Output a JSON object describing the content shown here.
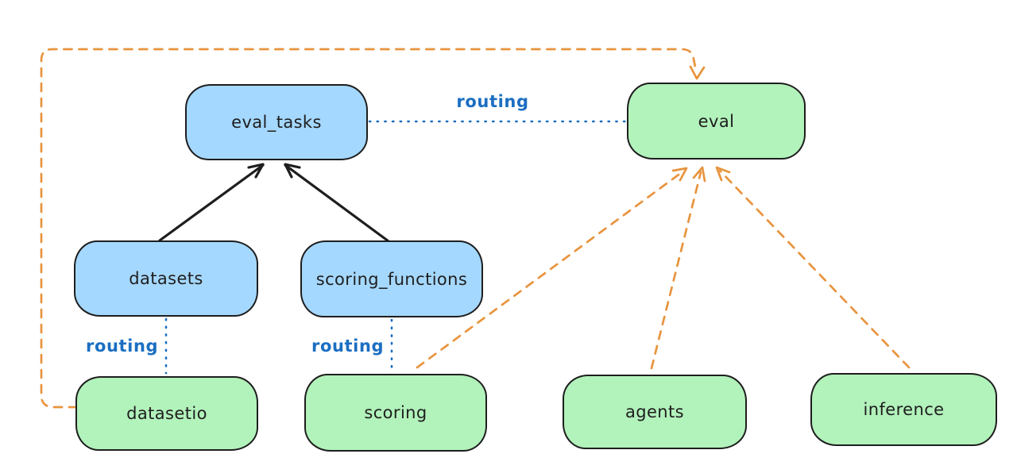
{
  "diagram": {
    "type": "flow-diagram",
    "background": "#ffffff",
    "nodes": {
      "eval_tasks": {
        "label": "eval_tasks",
        "fill": "#a5d8ff"
      },
      "eval": {
        "label": "eval",
        "fill": "#b2f2bb"
      },
      "datasets": {
        "label": "datasets",
        "fill": "#a5d8ff"
      },
      "scoring_functions": {
        "label": "scoring_functions",
        "fill": "#a5d8ff"
      },
      "datasetio": {
        "label": "datasetio",
        "fill": "#b2f2bb"
      },
      "scoring": {
        "label": "scoring",
        "fill": "#b2f2bb"
      },
      "agents": {
        "label": "agents",
        "fill": "#b2f2bb"
      },
      "inference": {
        "label": "inference",
        "fill": "#b2f2bb"
      }
    },
    "edges": [
      {
        "from": "datasets",
        "to": "eval_tasks",
        "style": "solid",
        "color": "#1e1e1e",
        "arrow": true
      },
      {
        "from": "scoring_functions",
        "to": "eval_tasks",
        "style": "solid",
        "color": "#1e1e1e",
        "arrow": true
      },
      {
        "from": "eval_tasks",
        "to": "eval",
        "style": "dotted",
        "color": "#1b6ec2",
        "label": "routing"
      },
      {
        "from": "datasets",
        "to": "datasetio",
        "style": "dotted",
        "color": "#1b6ec2",
        "label": "routing"
      },
      {
        "from": "scoring_functions",
        "to": "scoring",
        "style": "dotted",
        "color": "#1b6ec2",
        "label": "routing"
      },
      {
        "from": "datasetio",
        "to": "eval",
        "style": "dashed",
        "color": "#e8943e",
        "arrow": true
      },
      {
        "from": "scoring",
        "to": "eval",
        "style": "dashed",
        "color": "#e8943e",
        "arrow": true
      },
      {
        "from": "agents",
        "to": "eval",
        "style": "dashed",
        "color": "#e8943e",
        "arrow": true
      },
      {
        "from": "inference",
        "to": "eval",
        "style": "dashed",
        "color": "#e8943e",
        "arrow": true
      }
    ],
    "colors": {
      "blue_fill": "#a5d8ff",
      "green_fill": "#b2f2bb",
      "stroke": "#1e1e1e",
      "orange_line": "#e8943e",
      "blue_line": "#1b6ec2"
    }
  }
}
